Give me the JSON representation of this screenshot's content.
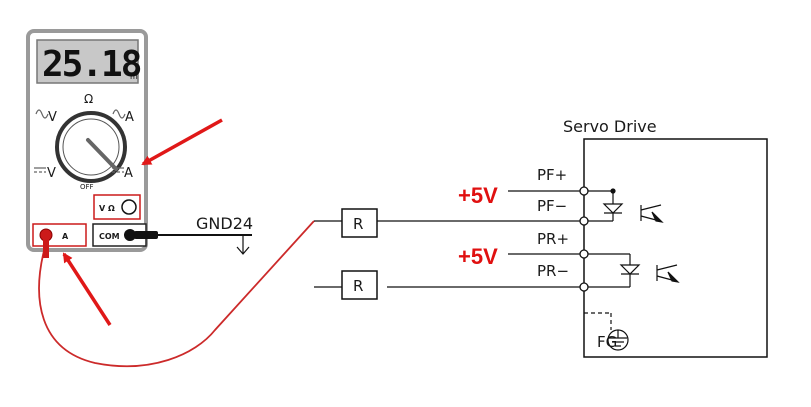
{
  "multimeter": {
    "display_value": "25.18",
    "display_unit": "m",
    "dial_labels": {
      "ohm": "Ω",
      "ac_voltage": "V",
      "ac_current": "A",
      "dc_voltage": "V",
      "dc_current": "A",
      "off": "OFF"
    },
    "jack_labels": {
      "volt_ohm": "V Ω",
      "amp": "A",
      "com": "COM"
    }
  },
  "wiring": {
    "gnd_label": "GND24",
    "resistor_labels": [
      "R",
      "R"
    ],
    "supply_labels": [
      "+5V",
      "+5V"
    ]
  },
  "servo_drive": {
    "title": "Servo Drive",
    "pins": [
      "PF+",
      "PF−",
      "PR+",
      "PR−"
    ],
    "ground_label": "FG"
  },
  "colors": {
    "annotation_arrow": "#e01818",
    "probe_wire": "#cc2a2a",
    "supply_text": "#e01010",
    "meter_body": "#9a9a9a",
    "lcd_background": "#c8c8c8"
  }
}
